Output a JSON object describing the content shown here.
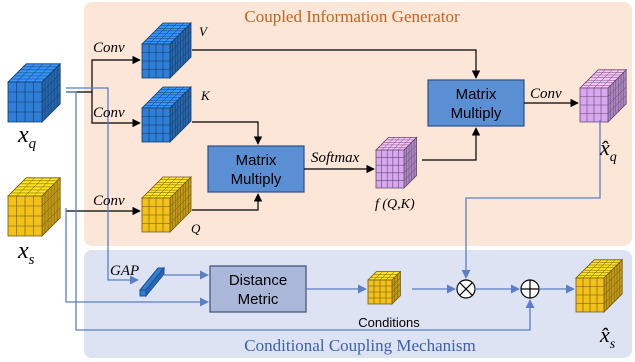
{
  "panels": {
    "top_title": "Coupled Information Generator",
    "bottom_title": "Conditional Coupling Mechanism"
  },
  "colors": {
    "top_panel_bg": "#fbe6d8",
    "bottom_panel_bg": "#dde3f2",
    "title_orange": "#c0651f",
    "title_blue": "#3b62b0",
    "box_blue": "#5b8fd4",
    "box_gray": "#aab7d8",
    "cube_blue": "#2f7fd8",
    "cube_yellow": "#f2c11a",
    "cube_purple": "#d7a7f0",
    "arrow": "#000000",
    "arrow_blue": "#5a7fc6"
  },
  "boxes": {
    "matmul1": [
      "Matrix",
      "Multiply"
    ],
    "matmul2": [
      "Matrix",
      "Multiply"
    ],
    "distance": [
      "Distance",
      "Metric"
    ]
  },
  "labels": {
    "conv_v": "Conv",
    "conv_k": "Conv",
    "conv_q": "Conv",
    "conv_out": "Conv",
    "softmax": "Softmax",
    "gap": "GAP",
    "v": "V",
    "k": "K",
    "q": "Q",
    "fqk": "f (Q,K)",
    "conditions": "Conditions",
    "xq": "x",
    "xq_sub": "q",
    "xs": "x",
    "xs_sub": "s",
    "xhat_q": "x̂",
    "xhat_q_sub": "q",
    "xhat_s": "x̂",
    "xhat_s_sub": "s"
  },
  "operators": {
    "multiply": "⊗",
    "add": "⊕"
  }
}
